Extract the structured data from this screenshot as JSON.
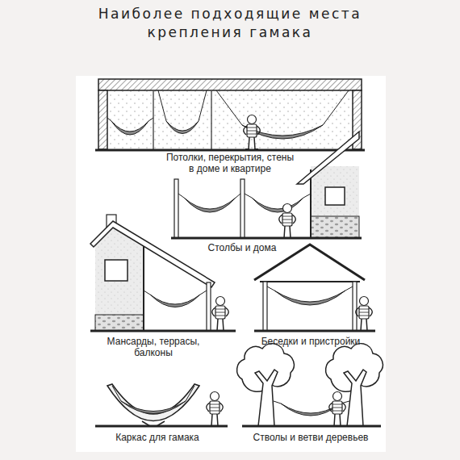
{
  "diagram": {
    "title": "Наиболее подходящие места крепления гамака",
    "labels": [
      "Потолки, перекрытия, стены в доме и квартире",
      "Столбы и дома",
      "Мансарды, террасы, балконы",
      "Беседки и пристройки",
      "Каркас для гамака",
      "Стволы и ветви деревьев"
    ]
  }
}
